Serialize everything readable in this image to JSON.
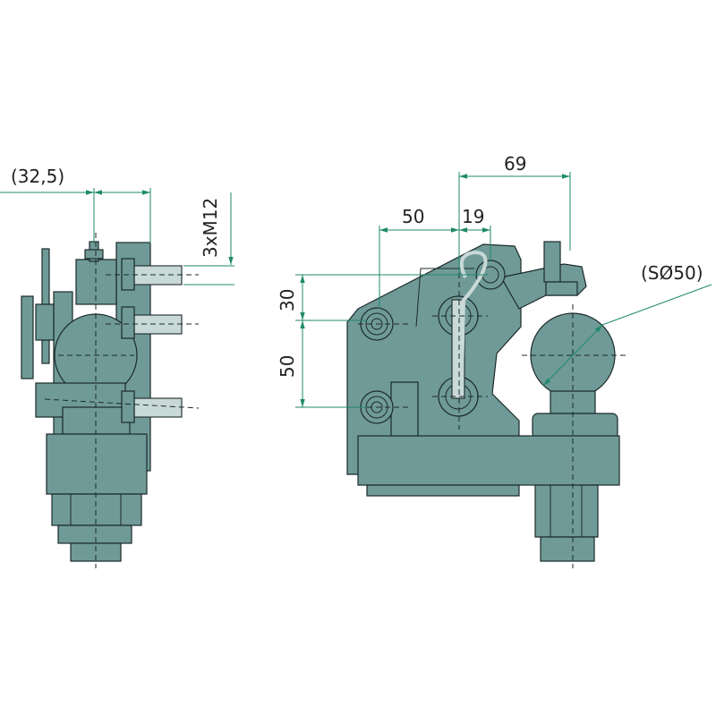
{
  "dimensions": {
    "offset": "(32,5)",
    "thread": "3xM12",
    "ball_offset": "69",
    "hole_spacing_h": "50",
    "pin_offset": "19",
    "vertical_upper": "30",
    "vertical_lower": "50",
    "ball_diameter": "(SØ50)"
  },
  "colors": {
    "part_fill": "#6f9a98",
    "dimension_line": "#1f8a6a"
  }
}
